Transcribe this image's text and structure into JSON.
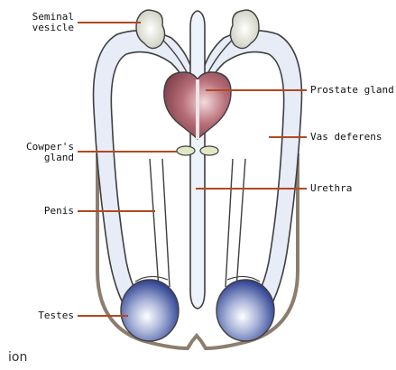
{
  "diagram": {
    "labels": {
      "seminal_vesicle": "Seminal\nvesicle",
      "prostate_gland": "Prostate gland",
      "vas_deferens": "Vas deferens",
      "cowpers_gland": "Cowper's\ngland",
      "urethra": "Urethra",
      "penis": "Penis",
      "testes": "Testes"
    },
    "footer_text": "ion",
    "colors": {
      "leader_line": "#b5471f",
      "scrotum_outline": "#8c7d6e",
      "duct_fill": "#e7ecf7",
      "duct_outline": "#3f3f3f",
      "prostate": "#9a5661",
      "testes": "#4b5fa5"
    }
  }
}
